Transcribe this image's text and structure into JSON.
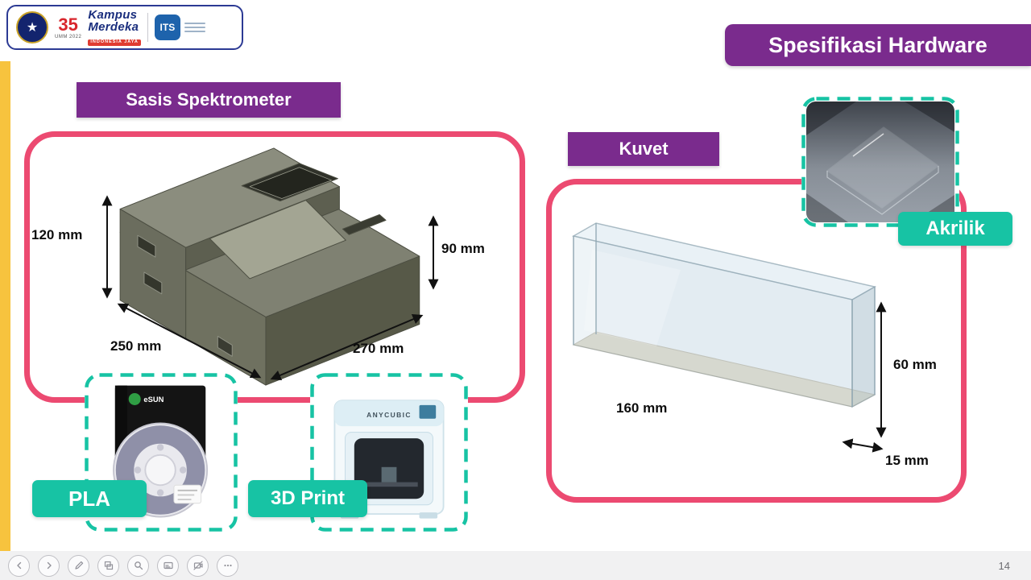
{
  "header": {
    "title": "Spesifikasi Hardware"
  },
  "logos": {
    "kemendikbud_star": "★",
    "anniversary_number": "35",
    "anniversary_sub": "UMM 2022",
    "kampus_line1": "Kampus",
    "kampus_line2": "Merdeka",
    "kampus_sub": "INDONESIA JAYA",
    "its": "ITS"
  },
  "sections": {
    "spectrometer_label": "Sasis Spektrometer",
    "cuvette_label": "Kuvet"
  },
  "spectrometer": {
    "dim_height_left": "120 mm",
    "dim_height_right": "90 mm",
    "dim_depth": "250 mm",
    "dim_width": "270 mm"
  },
  "cuvette": {
    "dim_length": "160 mm",
    "dim_height": "60 mm",
    "dim_depth": "15 mm"
  },
  "materials": {
    "acrylic_label": "Akrilik",
    "pla_label": "PLA",
    "print_label": "3D Print",
    "printer_brand": "ANYCUBIC",
    "filament_brand": "eSUN"
  },
  "statusbar": {
    "slide_number": "14"
  },
  "colors": {
    "purple": "#7a2b8d",
    "pink": "#ec4a71",
    "teal": "#17c3a4",
    "yellow": "#f7c33e"
  }
}
